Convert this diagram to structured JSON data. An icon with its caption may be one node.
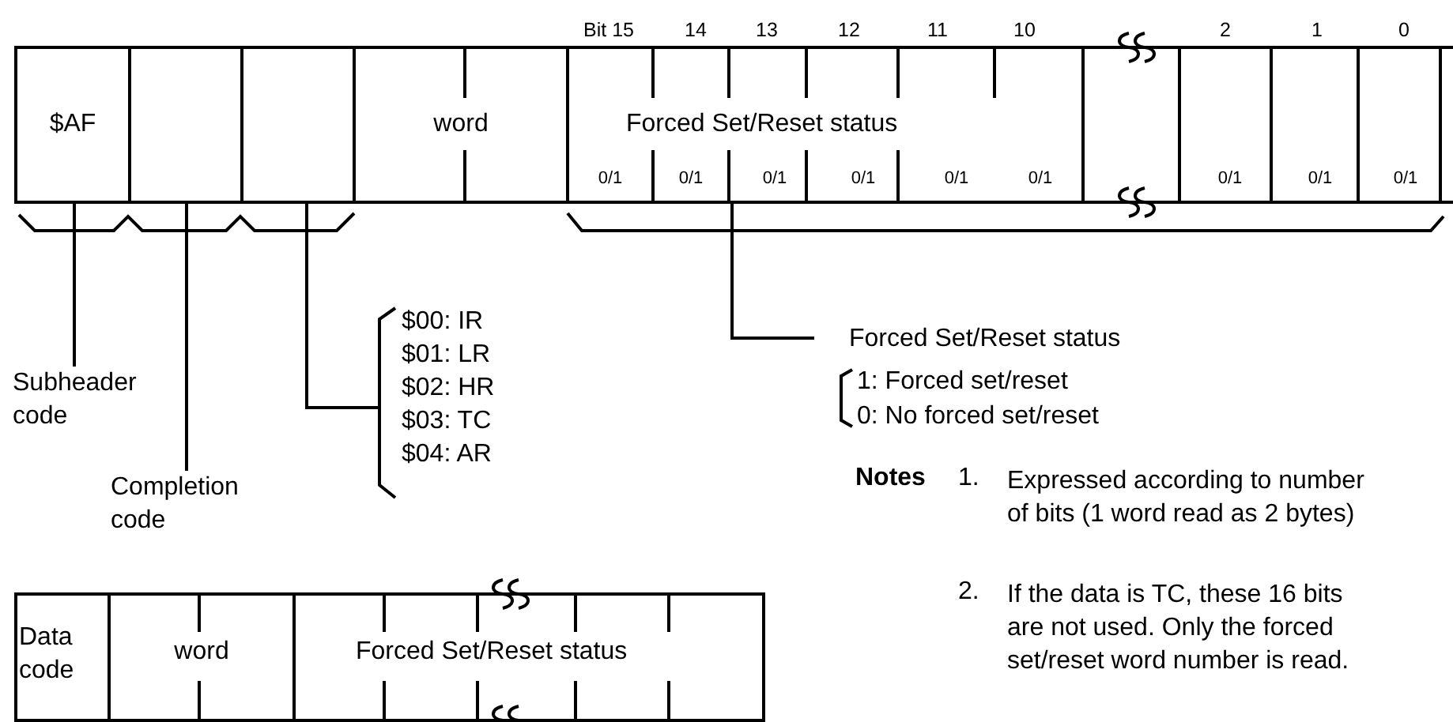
{
  "diagram": {
    "nodes": [
      {
        "text": [
          "$AF"
        ]
      },
      {
        "text": [],
        "shape": "box"
      },
      {
        "text": [],
        "shape": "box"
      },
      {
        "text": [
          "word"
        ]
      },
      {
        "text": [
          "Forced Set/Reset status"
        ]
      },
      {
        "text": [
          "Subheader code"
        ]
      },
      {
        "text": [
          "Completion code"
        ]
      },
      {
        "text": [
          "$00: IR",
          "$01: LR",
          "$02: HR",
          "$03: TC",
          "$04: AR"
        ]
      },
      {
        "text": [
          "Forced Set/Reset status",
          "1: Forced set/reset",
          "0: No forced set/reset"
        ]
      },
      {
        "text": [
          "Data code"
        ]
      },
      {
        "text": [
          "word"
        ]
      },
      {
        "text": [
          "Forced Set/Reset status"
        ]
      }
    ],
    "edges": [
      {
        "from": 5,
        "to": 0,
        "arrow": "none"
      },
      {
        "from": 6,
        "to": 1,
        "arrow": "none"
      },
      {
        "from": 7,
        "to": 2,
        "arrow": "none"
      },
      {
        "from": 8,
        "to": 4,
        "arrow": "none"
      }
    ],
    "labels": [
      "Bit 15",
      "14",
      "13",
      "12",
      "11",
      "10",
      "2",
      "1",
      "0",
      "0/1",
      "0/1",
      "0/1",
      "0/1",
      "0/1",
      "0/1",
      "0/1",
      "0/1",
      "0/1",
      "Notes",
      "1.",
      "Expressed according to number of bits (1 word read as 2 bytes)",
      "2.",
      "If the data is TC, these 16 bits are not used. Only the forced set/reset word number is read."
    ]
  }
}
